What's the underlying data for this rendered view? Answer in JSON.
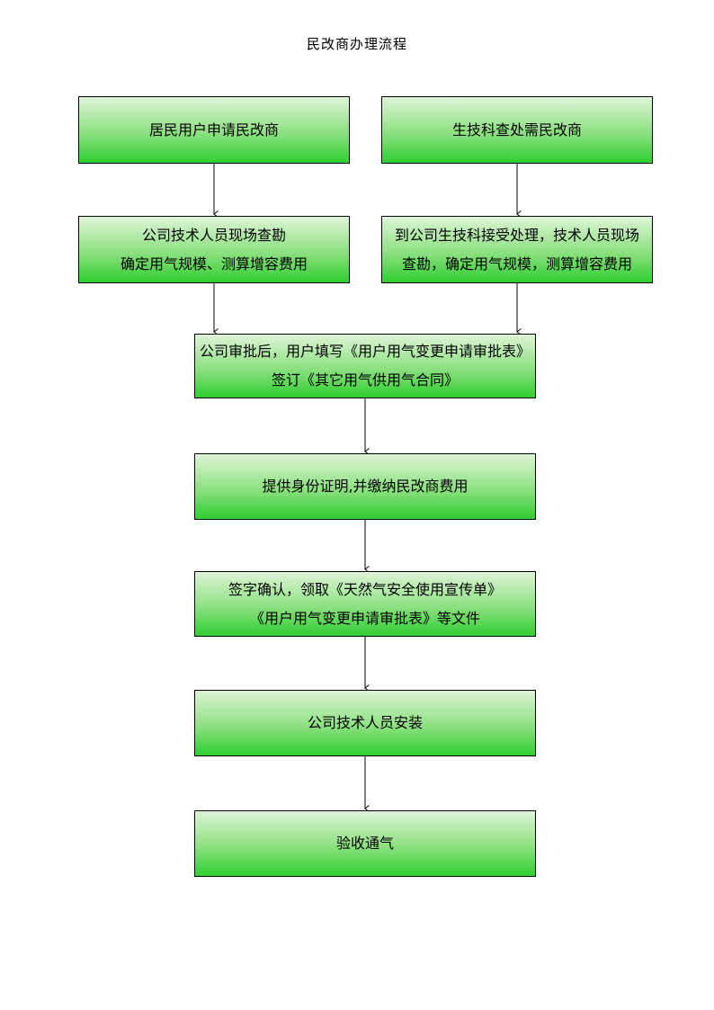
{
  "page": {
    "title": "民改商办理流程"
  },
  "flowchart": {
    "nodes": [
      {
        "id": "residential-user-apply",
        "lines": [
          "居民用户申请民改商"
        ]
      },
      {
        "id": "tech-dept-inspection-need",
        "lines": [
          "生技科查处需民改商"
        ]
      },
      {
        "id": "site-survey-left",
        "lines": [
          "公司技术人员现场查勘",
          "确定用气规模、测算增容费用"
        ]
      },
      {
        "id": "site-survey-right",
        "lines": [
          "到公司生技科接受处理，技术人员现场",
          "查勘，确定用气规模，测算增容费用"
        ]
      },
      {
        "id": "approval-and-contract",
        "lines": [
          "公司审批后，用户填写《用户用气变更申请审批表》",
          "签订《其它用气供用气合同》"
        ]
      },
      {
        "id": "identity-and-fee",
        "lines": [
          "提供身份证明,并缴纳民改商费用"
        ]
      },
      {
        "id": "sign-and-receive-documents",
        "lines": [
          "签字确认，领取《天然气安全使用宣传单》",
          "《用户用气变更申请审批表》等文件"
        ]
      },
      {
        "id": "company-installation",
        "lines": [
          "公司技术人员安装"
        ]
      },
      {
        "id": "acceptance-gas-on",
        "lines": [
          "验收通气"
        ]
      }
    ],
    "colors": {
      "box_gradient_top": "#def4d7",
      "box_gradient_bottom": "#2fce30",
      "box_border": "#000000",
      "arrow": "#000000",
      "text": "#000000"
    }
  }
}
